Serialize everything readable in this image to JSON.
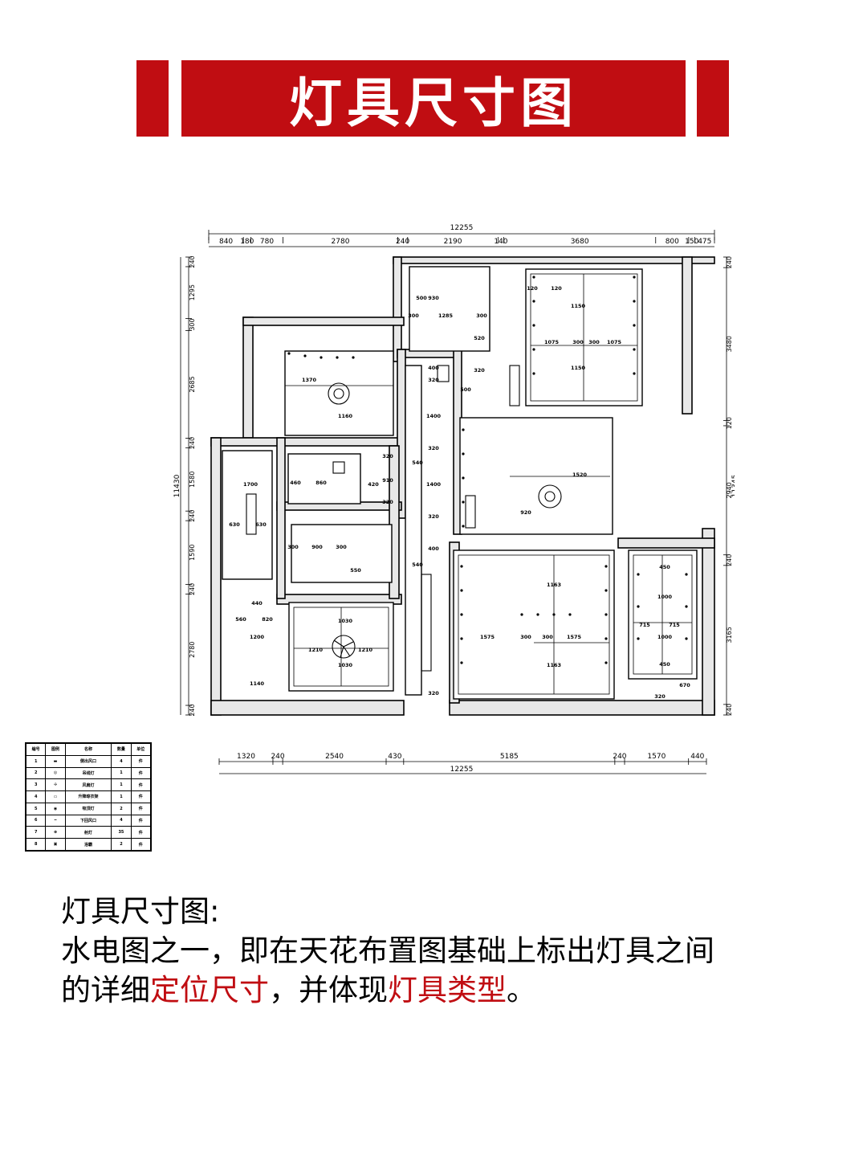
{
  "banner": {
    "title": "灯具尺寸图"
  },
  "dims": {
    "top_total": "12255",
    "top": [
      "840",
      "180",
      "780",
      "2780",
      "240",
      "2190",
      "140",
      "3680",
      "800",
      "150",
      "475"
    ],
    "bottom": [
      "1320",
      "240",
      "2540",
      "430",
      "5185",
      "240",
      "1570",
      "440"
    ],
    "bottom_total": "12255",
    "left_total": "11430",
    "left": [
      "240",
      "1295",
      "300",
      "2685",
      "240",
      "1580",
      "240",
      "1590",
      "240",
      "2780",
      "240"
    ],
    "right": [
      "240",
      "3480",
      "120",
      "2940",
      "240",
      "3165",
      "240"
    ],
    "right_total": "11345"
  },
  "plan_labels": {
    "room_a": [
      "1370",
      "1160"
    ],
    "room_b": [
      "500",
      "930",
      "300",
      "1285",
      "300",
      "520",
      "320",
      "500"
    ],
    "room_c": [
      "120",
      "120",
      "1150",
      "1075",
      "300",
      "300",
      "1075",
      "1150"
    ],
    "corridor": [
      "400",
      "320",
      "1400",
      "320",
      "1400",
      "320",
      "540",
      "540",
      "400",
      "320"
    ],
    "room_d": [
      "1520",
      "920"
    ],
    "bath_a": [
      "460",
      "860",
      "420",
      "320",
      "910",
      "320"
    ],
    "bath_b": [
      "300",
      "900",
      "300",
      "550"
    ],
    "stair": [
      "1700",
      "630",
      "630"
    ],
    "room_e": [
      "1210",
      "1210",
      "1030",
      "1030",
      "560",
      "820",
      "440",
      "1200",
      "1140"
    ],
    "room_f": [
      "1575",
      "300",
      "300",
      "1575",
      "1163",
      "1163"
    ],
    "room_g": [
      "715",
      "715",
      "1000",
      "1000",
      "450",
      "450",
      "670",
      "320"
    ]
  },
  "legend": {
    "headers": [
      "编号",
      "图例",
      "名称",
      "数量",
      "单位"
    ],
    "rows": [
      {
        "no": "1",
        "name": "侧出风口",
        "qty": "4",
        "unit": "件"
      },
      {
        "no": "2",
        "name": "吊线灯",
        "qty": "1",
        "unit": "件"
      },
      {
        "no": "3",
        "name": "风扇灯",
        "qty": "1",
        "unit": "件"
      },
      {
        "no": "4",
        "name": "升降晾衣架",
        "qty": "1",
        "unit": "件"
      },
      {
        "no": "5",
        "name": "吸顶灯",
        "qty": "2",
        "unit": "件"
      },
      {
        "no": "6",
        "name": "下回风口",
        "qty": "4",
        "unit": "件"
      },
      {
        "no": "7",
        "name": "射灯",
        "qty": "35",
        "unit": "件"
      },
      {
        "no": "8",
        "name": "浴霸",
        "qty": "2",
        "unit": "件"
      }
    ]
  },
  "description": {
    "line1": "灯具尺寸图:",
    "line2": "水电图之一，即在天花布置图基础上标出灯具之间",
    "line3_a": "的详细",
    "line3_b": "定位尺寸",
    "line3_c": "，并体现",
    "line3_d": "灯具类型",
    "line3_e": "。"
  },
  "colors": {
    "accent": "#c00d12"
  }
}
